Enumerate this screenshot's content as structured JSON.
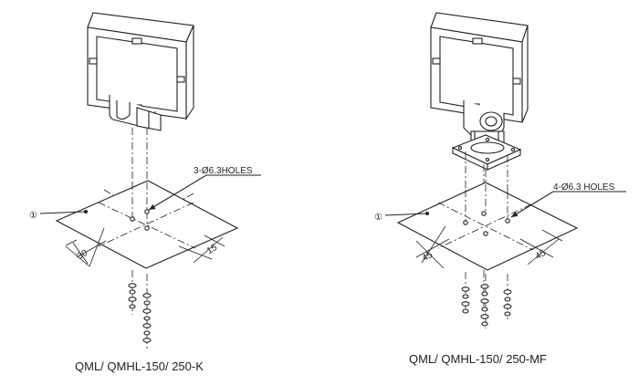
{
  "figures": [
    {
      "caption": "QML/ QMHL-150/ 250-K",
      "holes_label": "3-Ø6.3HOLES",
      "item_number": "①",
      "dims": [
        "30",
        "15"
      ]
    },
    {
      "caption": "QML/ QMHL-150/ 250-MF",
      "holes_label": "4-Ø6.3 HOLES",
      "item_number": "①",
      "dims": [
        "45",
        "45"
      ]
    }
  ]
}
